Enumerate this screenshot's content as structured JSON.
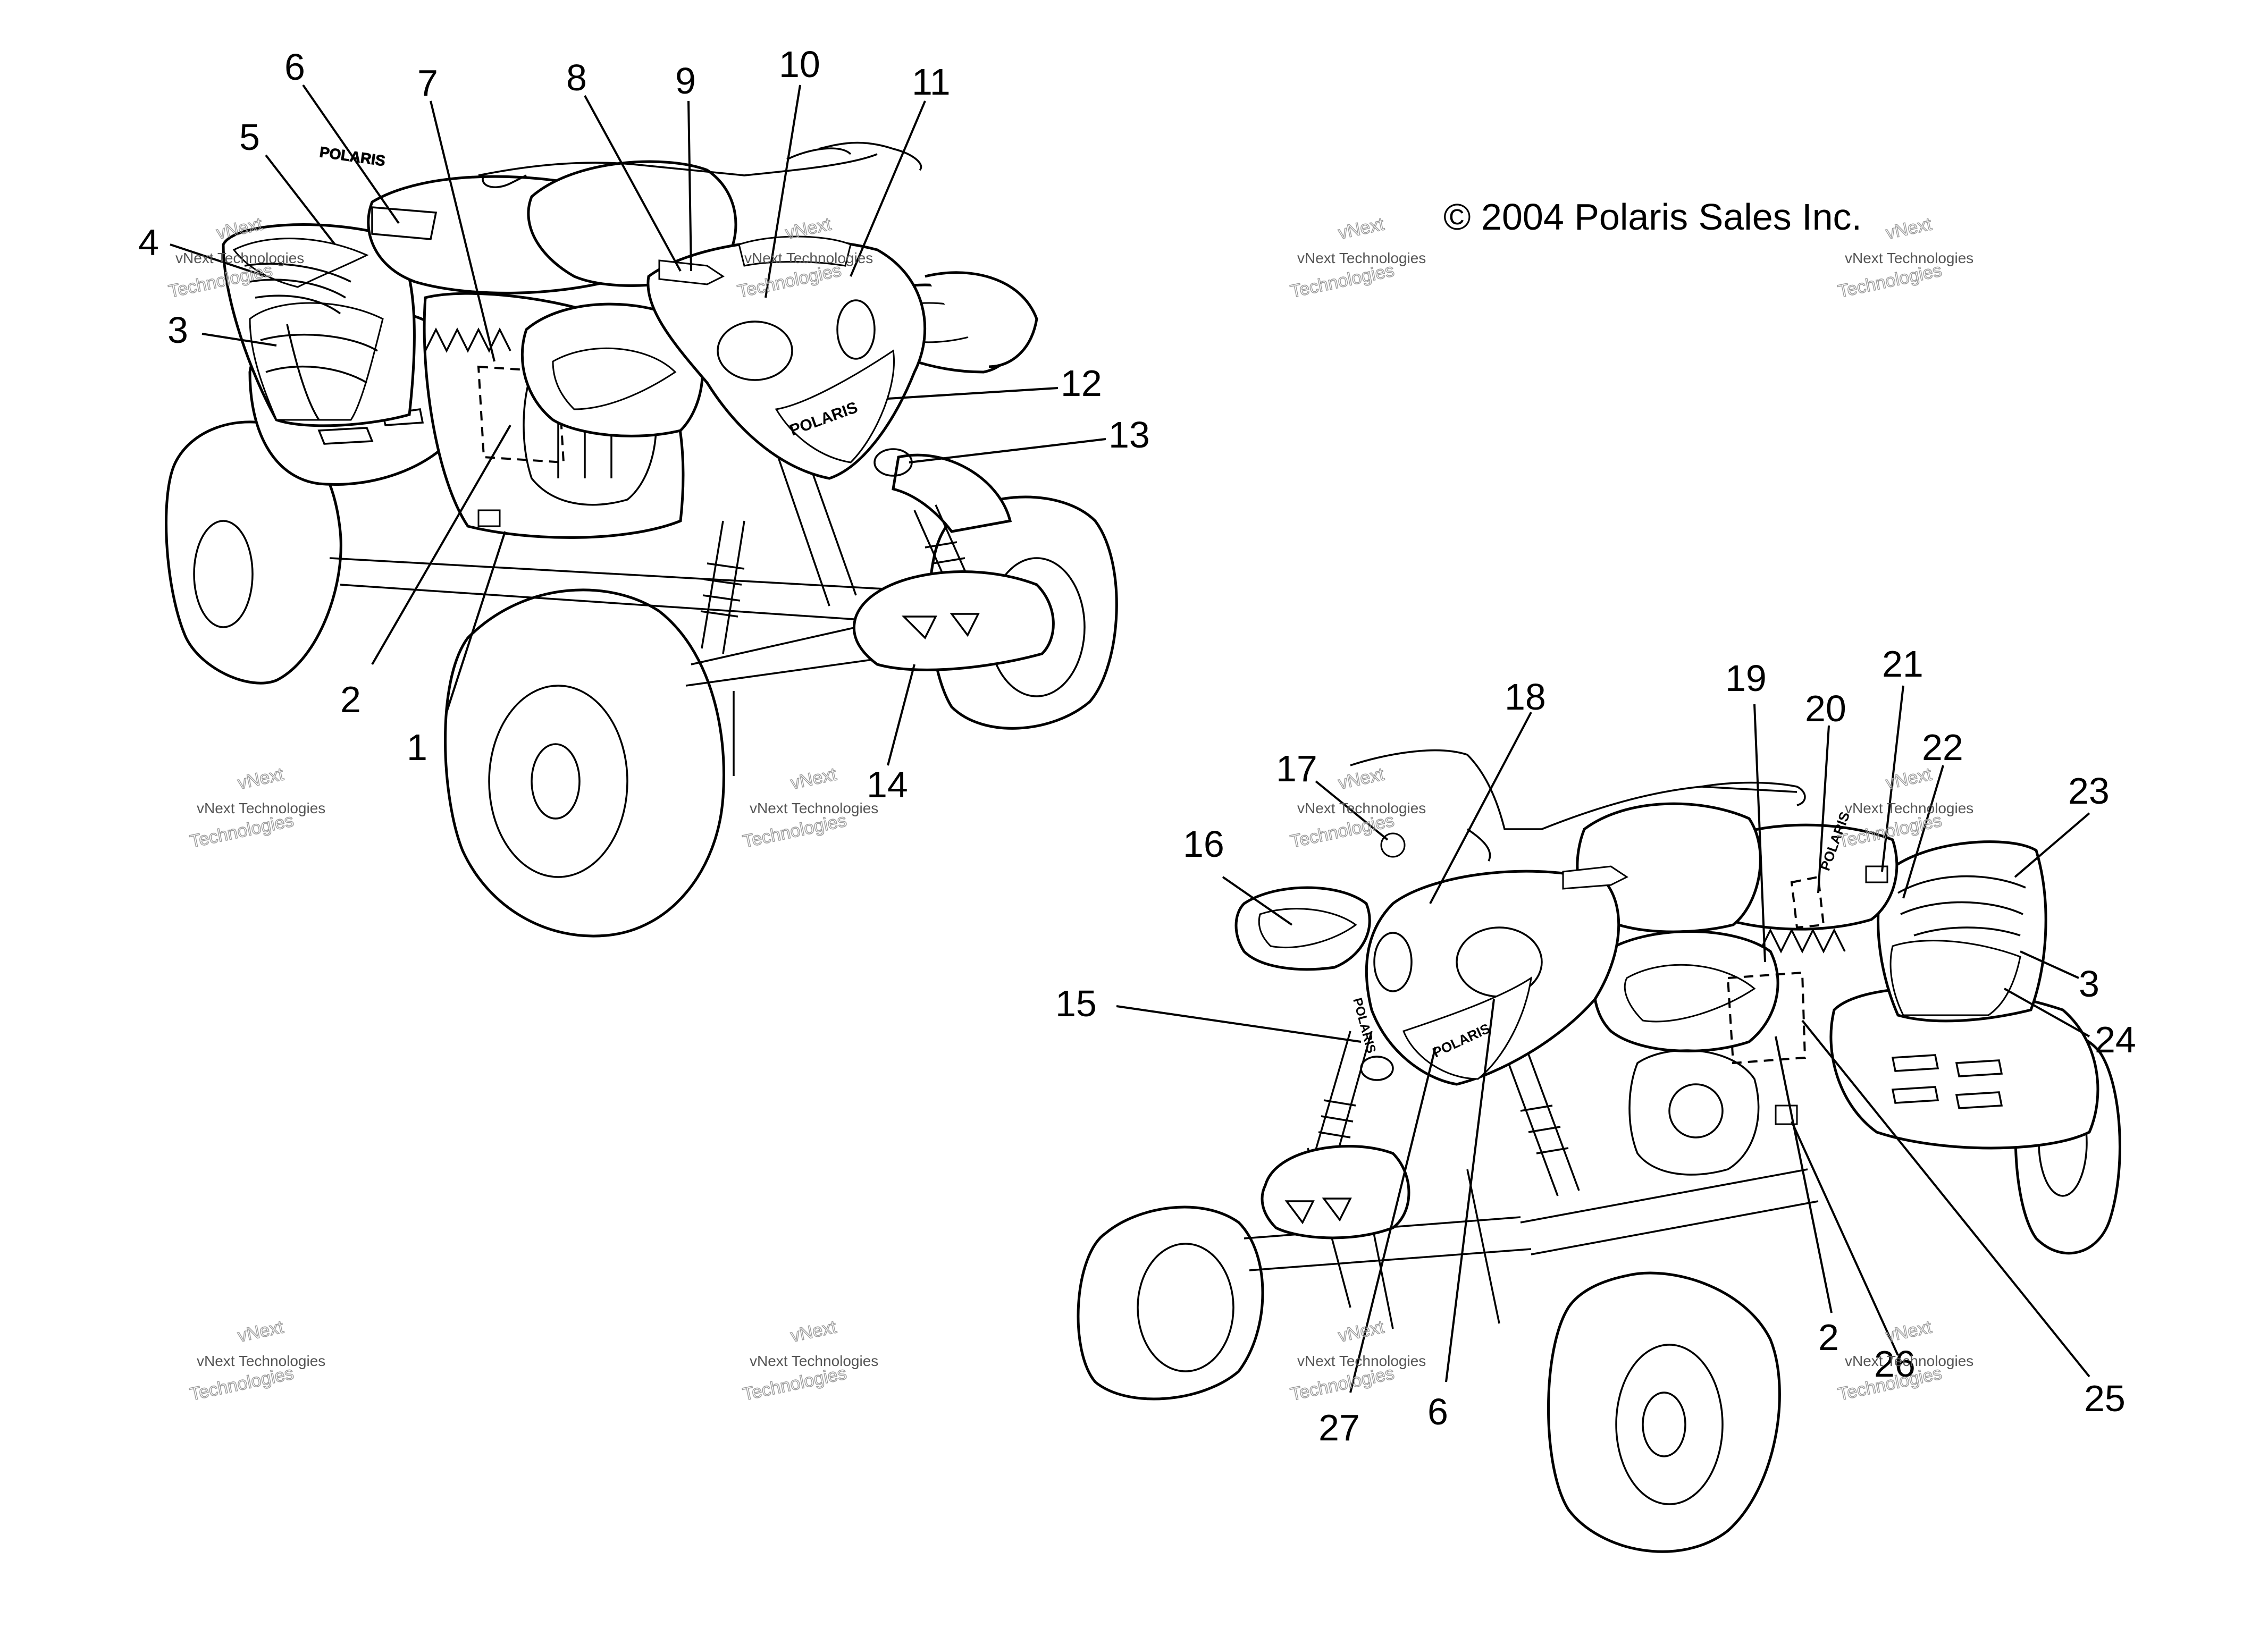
{
  "copyright": "© 2004 Polaris Sales Inc.",
  "watermark": {
    "small": "vNext Technologies",
    "large": "Technologies",
    "top": "vNext"
  },
  "brand_text": "POLARIS",
  "callouts": [
    "1",
    "2",
    "3",
    "4",
    "5",
    "6",
    "7",
    "8",
    "9",
    "10",
    "11",
    "12",
    "13",
    "14",
    "15",
    "16",
    "17",
    "18",
    "19",
    "20",
    "21",
    "22",
    "23",
    "24",
    "25",
    "26",
    "27"
  ],
  "callouts_view2_repeat": [
    "3",
    "2",
    "6"
  ],
  "colors": {
    "line": "#000000",
    "background": "#ffffff",
    "watermark": "#9a9a9a"
  }
}
